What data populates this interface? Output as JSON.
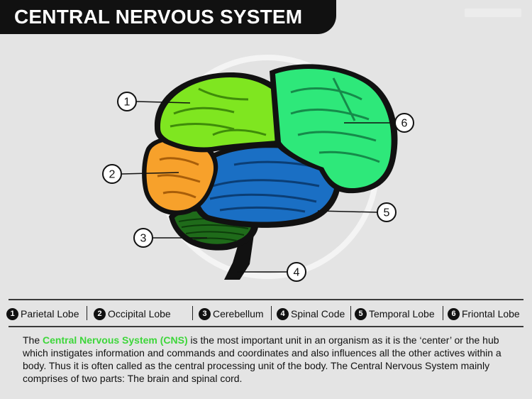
{
  "header": {
    "title": "CENTRAL NERVOUS SYSTEM"
  },
  "diagram": {
    "callouts": [
      "1",
      "2",
      "3",
      "4",
      "5",
      "6"
    ]
  },
  "legend": {
    "items": [
      {
        "number": "1",
        "label": "Parietal Lobe"
      },
      {
        "number": "2",
        "label": "Occipital Lobe"
      },
      {
        "number": "3",
        "label": "Cerebellum"
      },
      {
        "number": "4",
        "label": "Spinal Code"
      },
      {
        "number": "5",
        "label": "Temporal Lobe"
      },
      {
        "number": "6",
        "label": "Friontal Lobe"
      }
    ]
  },
  "description": {
    "prefix": "The ",
    "highlight": "Central Nervous System (CNS)",
    "suffix": " is the most important unit in an organism as it is the ‘center’ or the hub which instigates information and commands and coordinates and also influences all the other actives within a body. Thus it is often called as the central processing unit of the body. The Central Nervous System mainly comprises of two parts: The brain and spinal cord."
  },
  "colors": {
    "parietal": "#7fe620",
    "frontal": "#2ee87a",
    "occipital": "#f7a12b",
    "temporal": "#1a6fc4",
    "cerebellum": "#1f6b1a",
    "highlight": "#3dd63a"
  }
}
